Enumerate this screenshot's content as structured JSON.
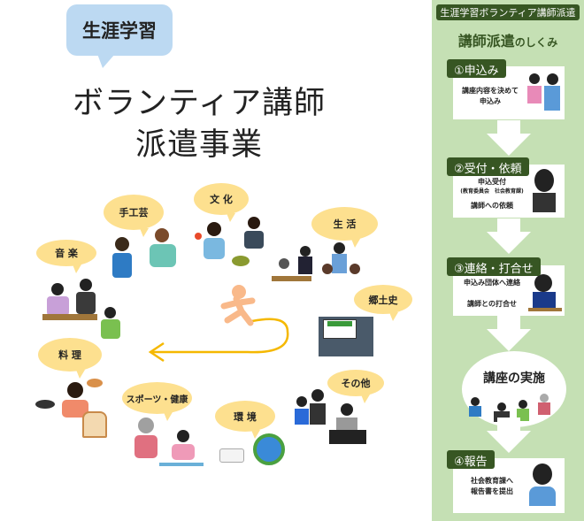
{
  "header": {
    "tag": "生涯学習",
    "title_line1": "ボランティア講師",
    "title_line2": "派遣事業"
  },
  "categories": [
    "手工芸",
    "文 化",
    "生 活",
    "音 楽",
    "郷土史",
    "料 理",
    "スポーツ・健康",
    "環 境",
    "その他"
  ],
  "panel": {
    "tag": "生涯学習ボランティア講師派遣",
    "title_main": "講師派遣",
    "title_suffix": "のしくみ",
    "steps": [
      {
        "label": "①申込み",
        "lines": [
          "講座内容を決めて",
          "申込み"
        ]
      },
      {
        "label": "②受付・依頼",
        "lines": [
          "申込受付",
          "(教育委員会　社会教育課)",
          "講師への依頼"
        ]
      },
      {
        "label": "③連絡・打合せ",
        "lines": [
          "申込み団体へ連絡",
          "講師との打合せ"
        ]
      },
      {
        "label": "④報告",
        "lines": [
          "社会教育課へ",
          "報告書を提出"
        ]
      }
    ],
    "implementation": "講座の実施"
  },
  "colors": {
    "bubble": "#fde08f",
    "tag": "#bcd9f2",
    "panel": "#c5e0b4",
    "dark_green": "#375623",
    "arrow": "#f5b800"
  }
}
